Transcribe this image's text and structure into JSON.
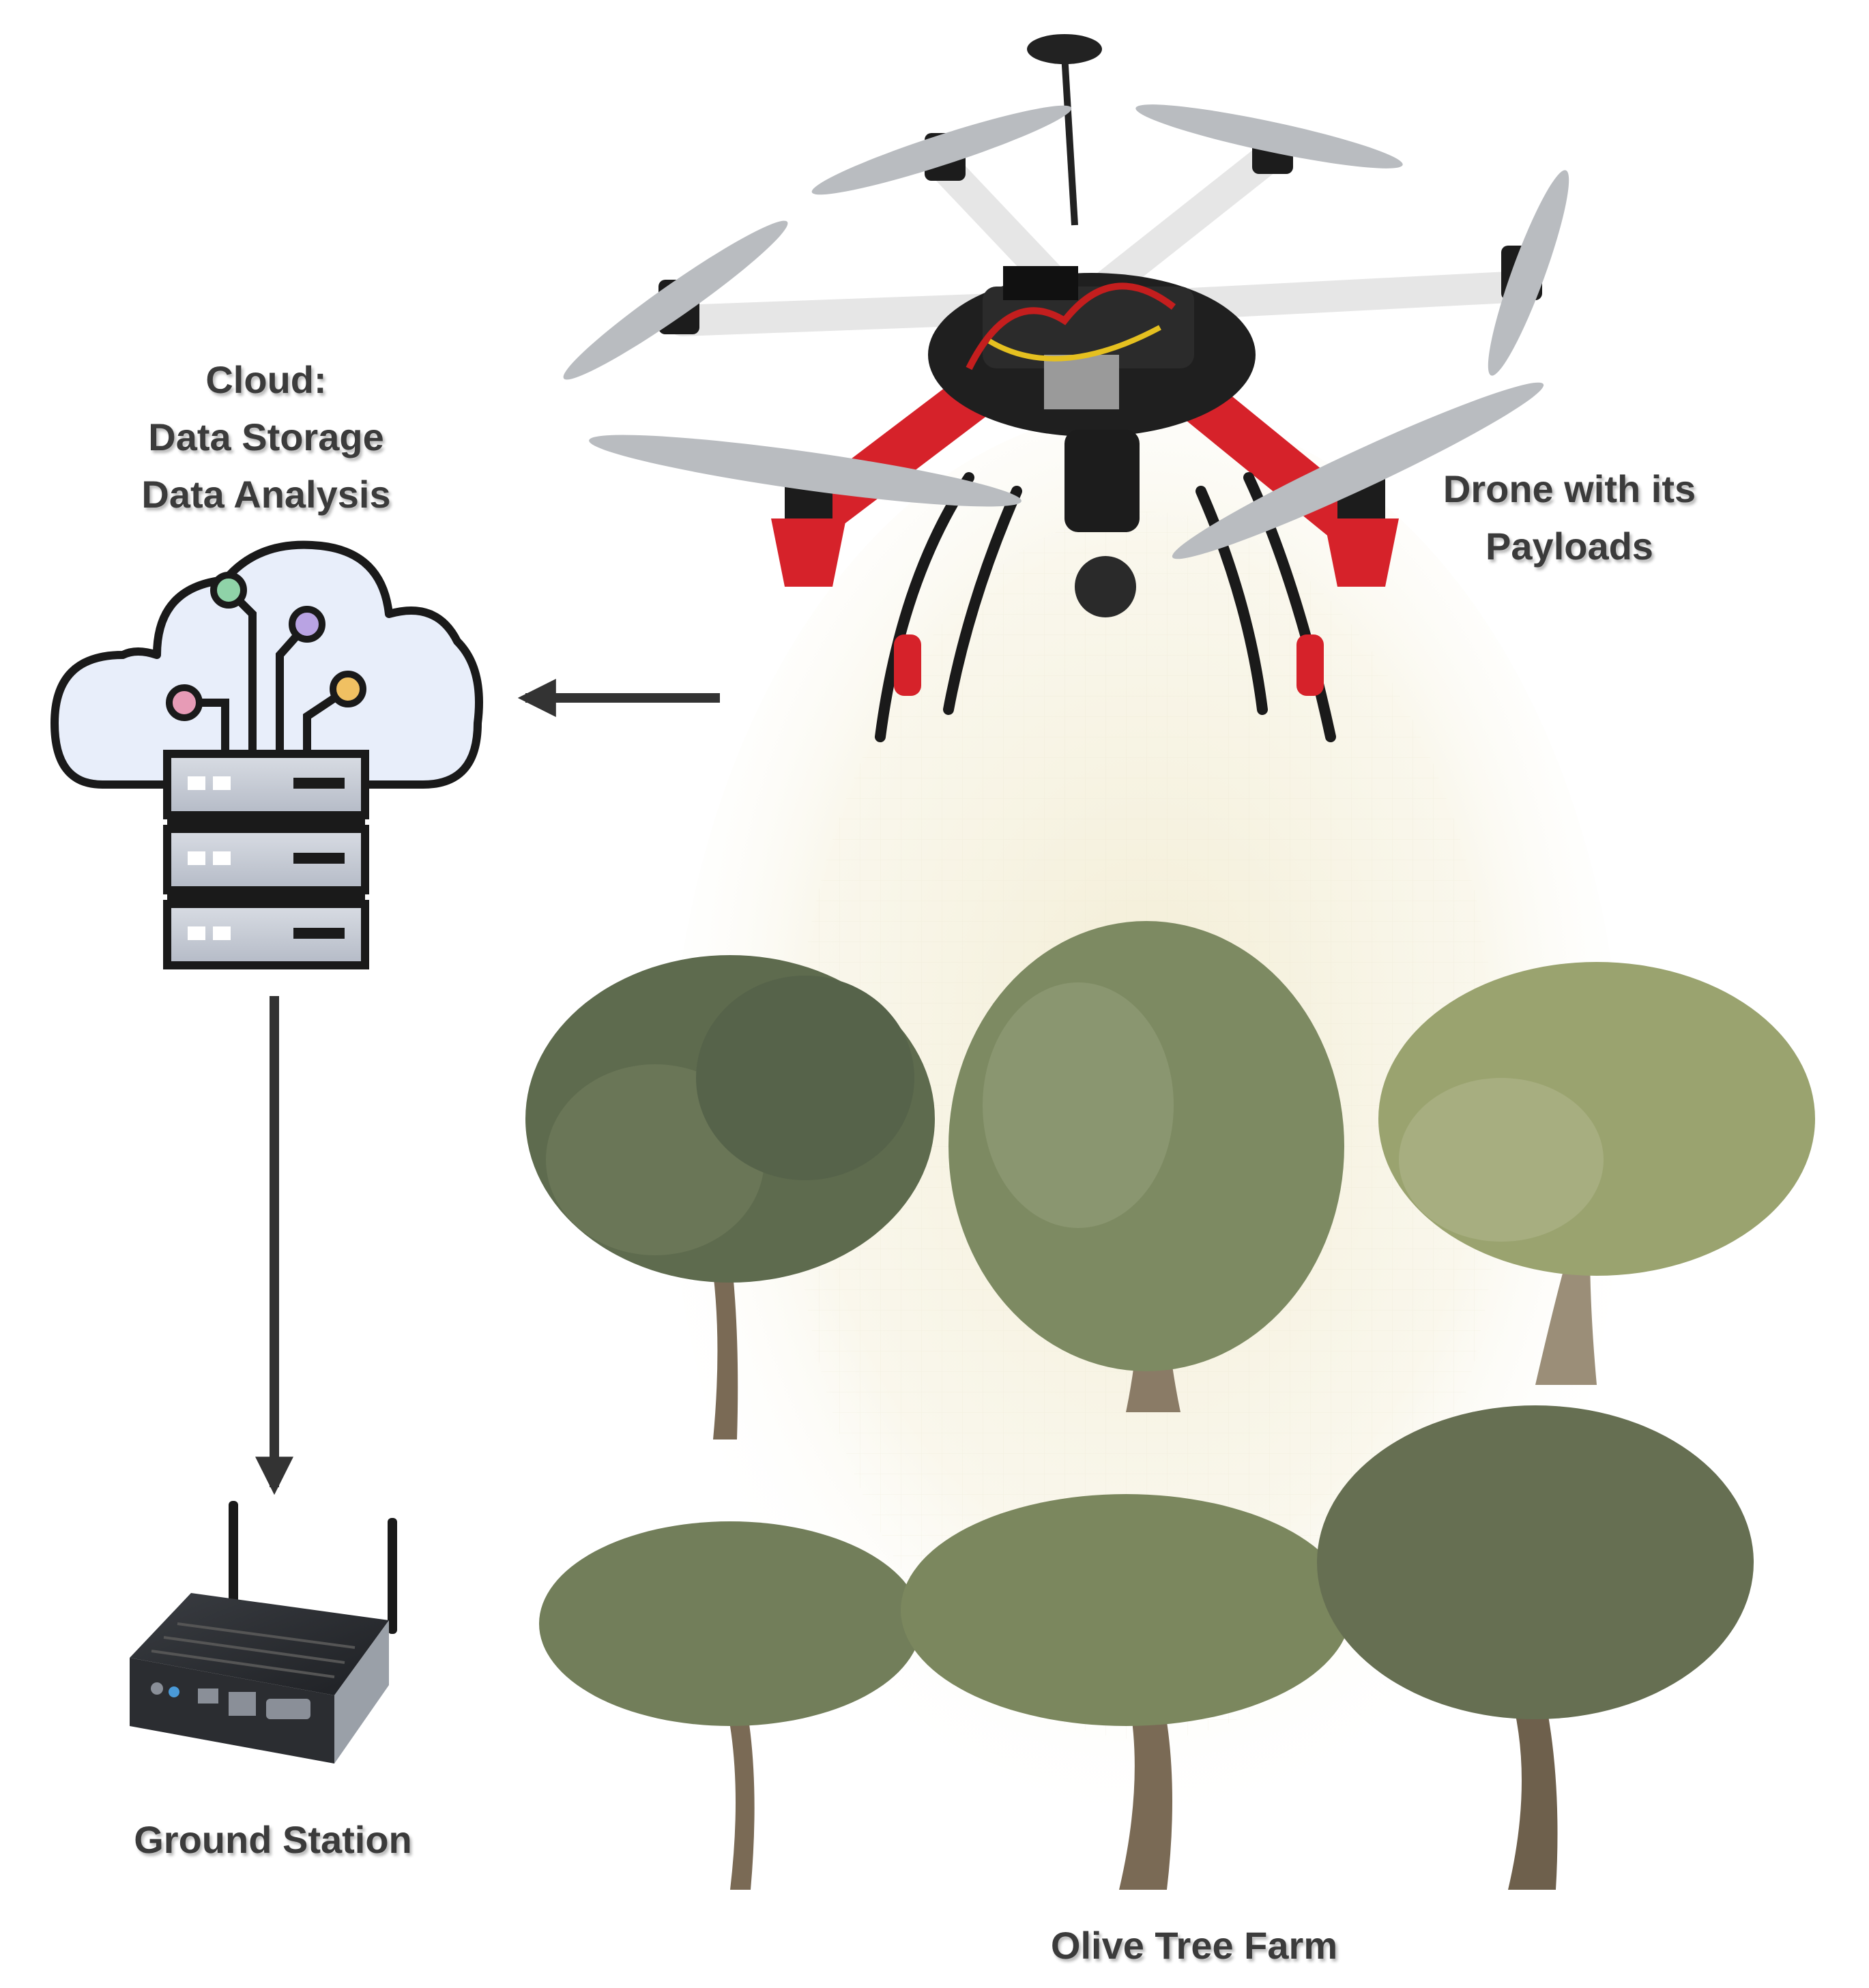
{
  "labels": {
    "cloud": [
      "Cloud:",
      "Data Storage",
      "Data Analysis"
    ],
    "drone": [
      "Drone with its",
      "Payloads"
    ],
    "ground_station": "Ground Station",
    "farm": "Olive Tree Farm"
  },
  "colors": {
    "text": "#3b3b3b",
    "arrow": "#333333",
    "drone_frame": "#e6e6e6",
    "drone_arms_accent": "#d6222a",
    "propeller": "#b9bcc0",
    "server": "#c9cdd6",
    "cloud_fill": "#e8eefa",
    "beam": "#f2ecd2",
    "foliage_dark": "#5e6b4e",
    "foliage_mid": "#7d8a62",
    "foliage_light": "#9aa36f",
    "trunk": "#7a6a55",
    "circuit_dots": [
      "#8fd3a8",
      "#b9a3e3",
      "#f0c062",
      "#e79bb6"
    ]
  },
  "icons": [
    "cloud-server-icon",
    "drone-icon",
    "ground-station-icon",
    "olive-tree-icon"
  ]
}
